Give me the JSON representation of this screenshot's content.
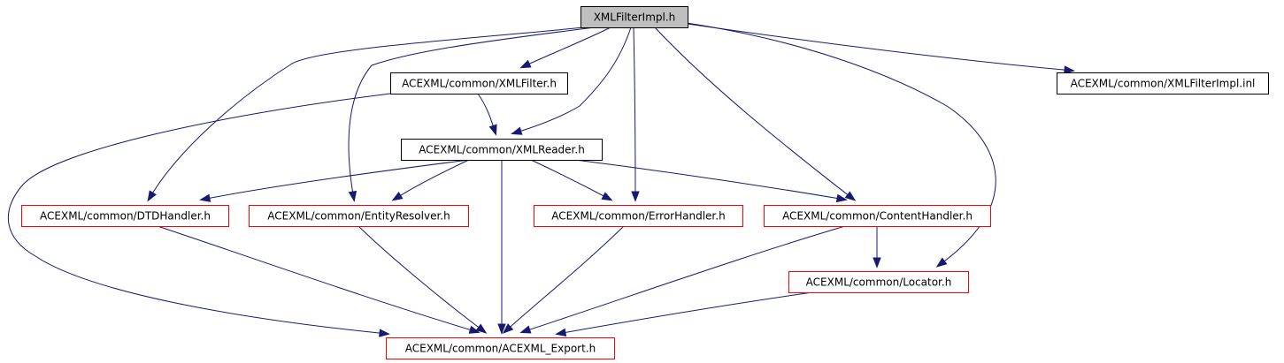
{
  "colors": {
    "root_fill": "#bfbfbf",
    "root_border": "#000000",
    "doc_border": "#000000",
    "undoc_border": "#ff0000",
    "edge": "#191970",
    "background": "#ffffff"
  },
  "nodes": [
    {
      "id": "root",
      "label": "XMLFilterImpl.h",
      "kind": "root"
    },
    {
      "id": "xmlfilter",
      "label": "ACEXML/common/XMLFilter.h",
      "kind": "documented"
    },
    {
      "id": "inl",
      "label": "ACEXML/common/XMLFilterImpl.inl",
      "kind": "documented"
    },
    {
      "id": "xmlreader",
      "label": "ACEXML/common/XMLReader.h",
      "kind": "documented"
    },
    {
      "id": "dtd",
      "label": "ACEXML/common/DTDHandler.h",
      "kind": "undocumented"
    },
    {
      "id": "entity",
      "label": "ACEXML/common/EntityResolver.h",
      "kind": "undocumented"
    },
    {
      "id": "error",
      "label": "ACEXML/common/ErrorHandler.h",
      "kind": "undocumented"
    },
    {
      "id": "content",
      "label": "ACEXML/common/ContentHandler.h",
      "kind": "undocumented"
    },
    {
      "id": "locator",
      "label": "ACEXML/common/Locator.h",
      "kind": "undocumented"
    },
    {
      "id": "export",
      "label": "ACEXML/common/ACEXML_Export.h",
      "kind": "undocumented"
    }
  ],
  "edges": [
    {
      "from": "root",
      "to": "xmlfilter"
    },
    {
      "from": "root",
      "to": "xmlreader"
    },
    {
      "from": "root",
      "to": "dtd"
    },
    {
      "from": "root",
      "to": "entity"
    },
    {
      "from": "root",
      "to": "error"
    },
    {
      "from": "root",
      "to": "content"
    },
    {
      "from": "root",
      "to": "locator"
    },
    {
      "from": "root",
      "to": "inl"
    },
    {
      "from": "xmlfilter",
      "to": "xmlreader"
    },
    {
      "from": "xmlfilter",
      "to": "export"
    },
    {
      "from": "xmlreader",
      "to": "dtd"
    },
    {
      "from": "xmlreader",
      "to": "entity"
    },
    {
      "from": "xmlreader",
      "to": "error"
    },
    {
      "from": "xmlreader",
      "to": "content"
    },
    {
      "from": "xmlreader",
      "to": "export"
    },
    {
      "from": "dtd",
      "to": "export"
    },
    {
      "from": "entity",
      "to": "export"
    },
    {
      "from": "error",
      "to": "export"
    },
    {
      "from": "content",
      "to": "locator"
    },
    {
      "from": "content",
      "to": "export"
    },
    {
      "from": "locator",
      "to": "export"
    }
  ]
}
